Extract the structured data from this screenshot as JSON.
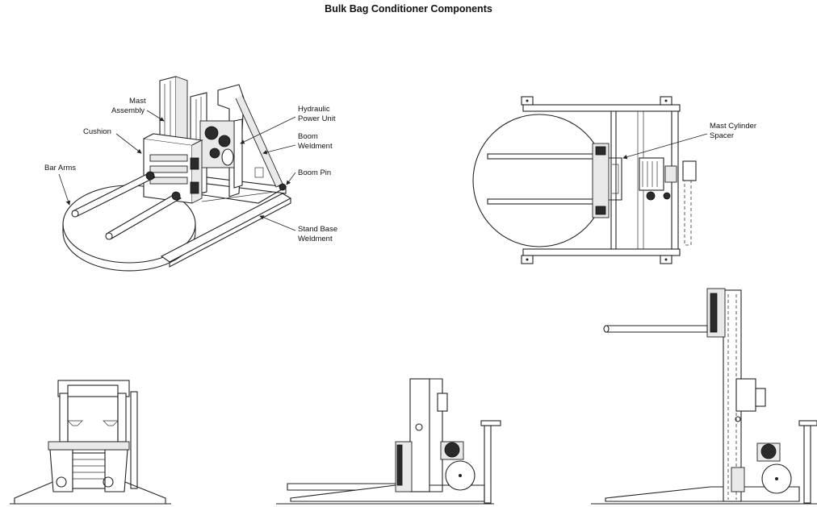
{
  "title": "Bulk Bag Conditioner Components",
  "callouts": {
    "mast_assembly": [
      "Mast",
      "Assembly"
    ],
    "cushion": "Cushion",
    "bar_arms": "Bar Arms",
    "hydraulic_power_unit": [
      "Hydraulic",
      "Power Unit"
    ],
    "boom_weldment": [
      "Boom",
      "Weldment"
    ],
    "boom_pin": "Boom Pin",
    "stand_base_weldment": [
      "Stand Base",
      "Weldment"
    ],
    "mast_cylinder_spacer": [
      "Mast Cylinder",
      "Spacer"
    ]
  }
}
